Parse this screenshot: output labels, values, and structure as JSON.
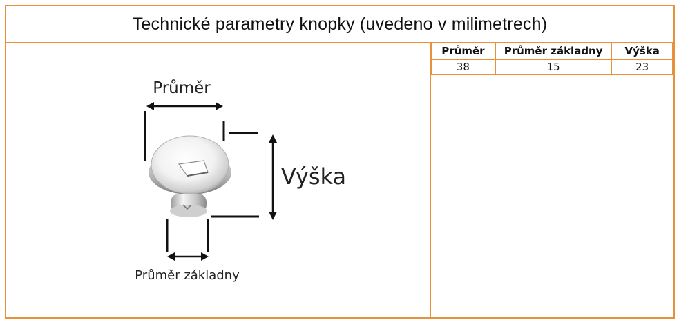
{
  "title": "Technické parametry knopky (uvedeno v milimetrech)",
  "diagram": {
    "label_diameter": "Průměr",
    "label_height": "Výška",
    "label_base_diameter": "Průměr základny"
  },
  "table": {
    "headers": [
      "Průměr",
      "Průměr základny",
      "Výška"
    ],
    "values": [
      "38",
      "15",
      "23"
    ]
  },
  "colors": {
    "border": "#e8913a"
  }
}
